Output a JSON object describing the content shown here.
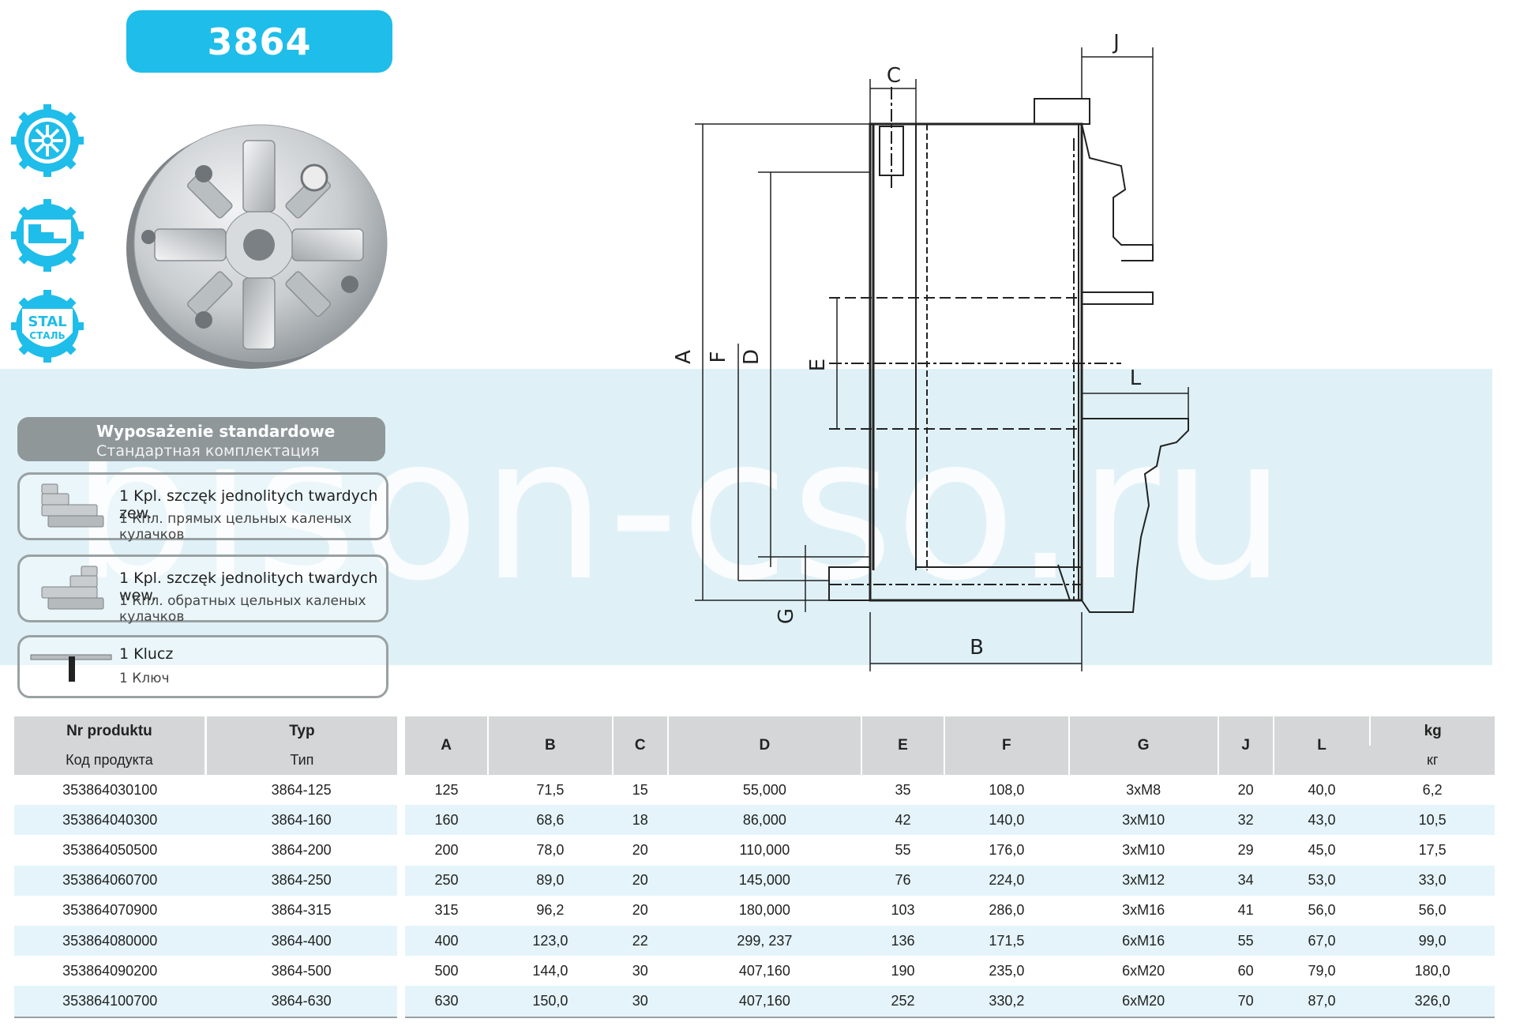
{
  "title": "3864",
  "badges": [
    {
      "icon": "gear-shield-icon"
    },
    {
      "icon": "jaw-step-shield-icon"
    },
    {
      "icon": "steel-shield-icon",
      "line1": "STAL",
      "line2": "СТАЛЬ"
    }
  ],
  "watermark": "bison-cso.ru",
  "equipment": {
    "header_pl": "Wyposażenie standardowe",
    "header_ru": "Стандартная комплектация",
    "items": [
      {
        "pl": "1 Kpl. szczęk jednolitych twardych zew.",
        "ru": "1 Кпл. прямых цельных каленых кулачков",
        "icon": "outer-jaws-icon"
      },
      {
        "pl": "1 Kpl. szczęk jednolitych twardych wew.",
        "ru": "1 Кпл. обратных цельных каленых кулачков",
        "icon": "inner-jaws-icon"
      },
      {
        "pl": "1 Klucz",
        "ru": "1 Ключ",
        "icon": "key-icon"
      }
    ]
  },
  "drawing_labels": {
    "A": "A",
    "B": "B",
    "C": "C",
    "D": "D",
    "E": "E",
    "F": "F",
    "G": "G",
    "J": "J",
    "L": "L"
  },
  "table": {
    "col_product_pl": "Nr produktu",
    "col_product_ru": "Код продукта",
    "col_type_pl": "Typ",
    "col_type_ru": "Тип",
    "dim_headers": [
      "A",
      "B",
      "C",
      "D",
      "E",
      "F",
      "G",
      "J",
      "L"
    ],
    "weight_pl": "kg",
    "weight_ru": "кг",
    "rows": [
      {
        "code": "353864030100",
        "type": "3864-125",
        "A": "125",
        "B": "71,5",
        "C": "15",
        "D": "55,000",
        "E": "35",
        "F": "108,0",
        "G": "3xM8",
        "J": "20",
        "L": "40,0",
        "kg": "6,2"
      },
      {
        "code": "353864040300",
        "type": "3864-160",
        "A": "160",
        "B": "68,6",
        "C": "18",
        "D": "86,000",
        "E": "42",
        "F": "140,0",
        "G": "3xM10",
        "J": "32",
        "L": "43,0",
        "kg": "10,5"
      },
      {
        "code": "353864050500",
        "type": "3864-200",
        "A": "200",
        "B": "78,0",
        "C": "20",
        "D": "110,000",
        "E": "55",
        "F": "176,0",
        "G": "3xM10",
        "J": "29",
        "L": "45,0",
        "kg": "17,5"
      },
      {
        "code": "353864060700",
        "type": "3864-250",
        "A": "250",
        "B": "89,0",
        "C": "20",
        "D": "145,000",
        "E": "76",
        "F": "224,0",
        "G": "3xM12",
        "J": "34",
        "L": "53,0",
        "kg": "33,0"
      },
      {
        "code": "353864070900",
        "type": "3864-315",
        "A": "315",
        "B": "96,2",
        "C": "20",
        "D": "180,000",
        "E": "103",
        "F": "286,0",
        "G": "3xM16",
        "J": "41",
        "L": "56,0",
        "kg": "56,0"
      },
      {
        "code": "353864080000",
        "type": "3864-400",
        "A": "400",
        "B": "123,0",
        "C": "22",
        "D": "299, 237",
        "E": "136",
        "F": "171,5",
        "G": "6xM16",
        "J": "55",
        "L": "67,0",
        "kg": "99,0"
      },
      {
        "code": "353864090200",
        "type": "3864-500",
        "A": "500",
        "B": "144,0",
        "C": "30",
        "D": "407,160",
        "E": "190",
        "F": "235,0",
        "G": "6xM20",
        "J": "60",
        "L": "79,0",
        "kg": "180,0"
      },
      {
        "code": "353864100700",
        "type": "3864-630",
        "A": "630",
        "B": "150,0",
        "C": "30",
        "D": "407,160",
        "E": "252",
        "F": "330,2",
        "G": "6xM20",
        "J": "70",
        "L": "87,0",
        "kg": "326,0"
      }
    ]
  }
}
